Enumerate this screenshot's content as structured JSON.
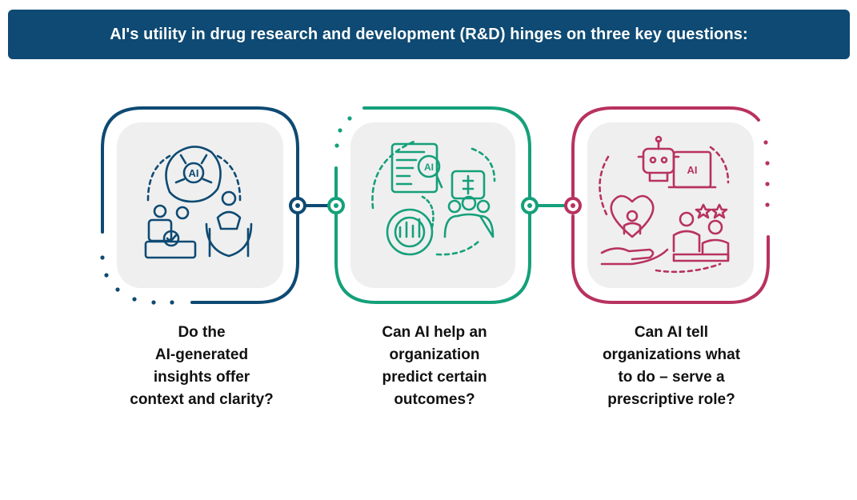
{
  "header": {
    "title": "AI's utility in drug research and development (R&D) hinges on three key questions:"
  },
  "colors": {
    "banner": "#0e4a73",
    "step1": "#0e4a73",
    "step2": "#15a07a",
    "step3": "#b8325f",
    "tile": "#efefef"
  },
  "steps": [
    {
      "icon": "ai-brain-team-icon",
      "question_lines": [
        "Do the",
        "AI-generated",
        "insights offer",
        "context and clarity?"
      ],
      "icon_label": "AI"
    },
    {
      "icon": "ai-analytics-prediction-icon",
      "question_lines": [
        "Can AI help an",
        "organization",
        "predict certain",
        "outcomes?"
      ],
      "icon_label": "AI"
    },
    {
      "icon": "ai-robot-prescriptive-icon",
      "question_lines": [
        "Can AI tell",
        "organizations what",
        "to do – serve a",
        "prescriptive role?"
      ],
      "icon_label": "AI"
    }
  ]
}
